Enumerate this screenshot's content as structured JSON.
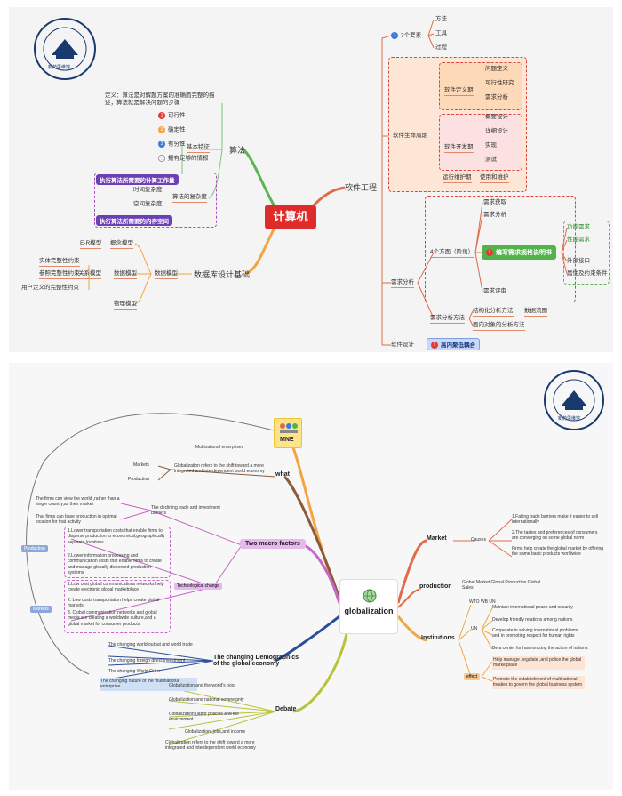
{
  "panel1": {
    "logo_name": "新药思维馆",
    "root": "计算机",
    "algorithm": {
      "label": "算法",
      "definition": "定义：算法是对解题方案的准确而完整的描述；算法就是解决问题的步骤",
      "basic_features": "基本特征",
      "features": [
        "可行性",
        "确定性",
        "有穷性",
        "拥有足够的情报"
      ],
      "complexity": "算法的复杂度",
      "time_complexity": "时间复杂度",
      "space_complexity": "空间复杂度",
      "time_note": "执行算法所需要的计算工作量",
      "space_note": "执行算法所需要的内存空间"
    },
    "database": {
      "label": "数据库设计基础",
      "data_model": "数据模型",
      "concept_model": "概念模型",
      "er_model": "E-R模型",
      "logic_model": "数据模型",
      "relational_model": "关系模型",
      "constraints": [
        "实体完整性约束",
        "参照完整性约束",
        "用户定义的完整性约束"
      ],
      "physical_model": "物理模型"
    },
    "software": {
      "label": "软件工程",
      "three_elements": "3个要素",
      "elements": [
        "方法",
        "工具",
        "过程"
      ],
      "lifecycle": "软件生命周期",
      "definition_phase": "软件定义期",
      "definition_items": [
        "问题定义",
        "可行性研究",
        "需求分析"
      ],
      "development_phase": "软件开发期",
      "development_items": [
        "概要设计",
        "详细设计",
        "实现",
        "测试"
      ],
      "maintenance_phase": "运行维护期",
      "maintenance_item": "使用和维护",
      "requirements": "需求分析",
      "four_aspects": "4个方面（阶段）",
      "req_items": [
        "需求获取",
        "需求分析",
        "需求评审"
      ],
      "spec": "编写需求规格说明书",
      "spec_items": [
        "功能需求",
        "性能需求",
        "外部接口",
        "属性及约束条件"
      ],
      "methods": "需求分析方法",
      "structured": "结构化分析方法",
      "dataflow": "数据流图",
      "oo": "面向对象的分析方法",
      "design": "软件设计",
      "cohesion": "高内聚低耦合"
    }
  },
  "panel2": {
    "logo_name": "新药思维馆",
    "root": "globalization",
    "mne": {
      "label": "MNE",
      "item": "Multinational enterprises"
    },
    "what": {
      "label": "what",
      "markets": "Markets",
      "production": "Production",
      "def": "Globalization refers to the shift toward a more integrated and interdependent world economy"
    },
    "macro": {
      "label": "Two macro factors",
      "barriers": "The declining trade and investment barriers",
      "view_world": "The firms can view the world ,rather than a single country,as their market",
      "base_production": "That firms can base production in optimal location  for that activity",
      "tech": "Technological change",
      "production_tag": "Production",
      "markets_tag": "Markets",
      "prod_items": [
        "1.Lower transportation costs that enable firms to disperse production to economical,geographically separate locations",
        "2.Lower information processing and communication costs  that enable firms to create and manage globally  dispersed production systems"
      ],
      "market_items": [
        "1.Low cost global communications networks help create electronic global marketplace",
        "2. Low costs transportation helps create global markets",
        "3. Clobal communication networks and global media are creating a worldwide culture,and a global market for consumer products"
      ]
    },
    "demographics": {
      "label": "The changing Demographics of the global economy",
      "items": [
        "The changing world output and world trade",
        "The changing foreign direct investment",
        "The changing World Order",
        "The changing nature of the multinational enterprise"
      ]
    },
    "debate": {
      "label": "Debate",
      "items": [
        "Globalization and the world's poor",
        "Globalization and national sovereignty",
        "Clobalization (labor policies  and the environment",
        "Globalization ,jobs,and income",
        "Clobalization refers to the shift toward a more integrated and interdependent world economy"
      ]
    },
    "market": {
      "label": "Market",
      "causes": "Causes",
      "items": [
        "1.Falling trade barriers make it easier to sell internationally",
        "2.The tastes and preferences of consumers are converging on some global norm",
        "Firms help create the global market by offering the same basic products worldwide"
      ]
    },
    "production": {
      "label": "production",
      "item": "Global Market Global Production Global Sales"
    },
    "institutions": {
      "label": "Institutions",
      "wto": "WTO WB UN",
      "un": "UN",
      "un_items": [
        "Maintain international peace and security",
        "Develop friendly relations among nations",
        "Cooperate in solving international problems and in promoting respect for human rights",
        "Be a center for harmonizing the action of nations"
      ],
      "effect": "effect",
      "effect_items": [
        "Help manage ,regulate ,and police the global marketplace",
        "Promote the establishment of multinational treaties to govern the global business system"
      ]
    }
  }
}
